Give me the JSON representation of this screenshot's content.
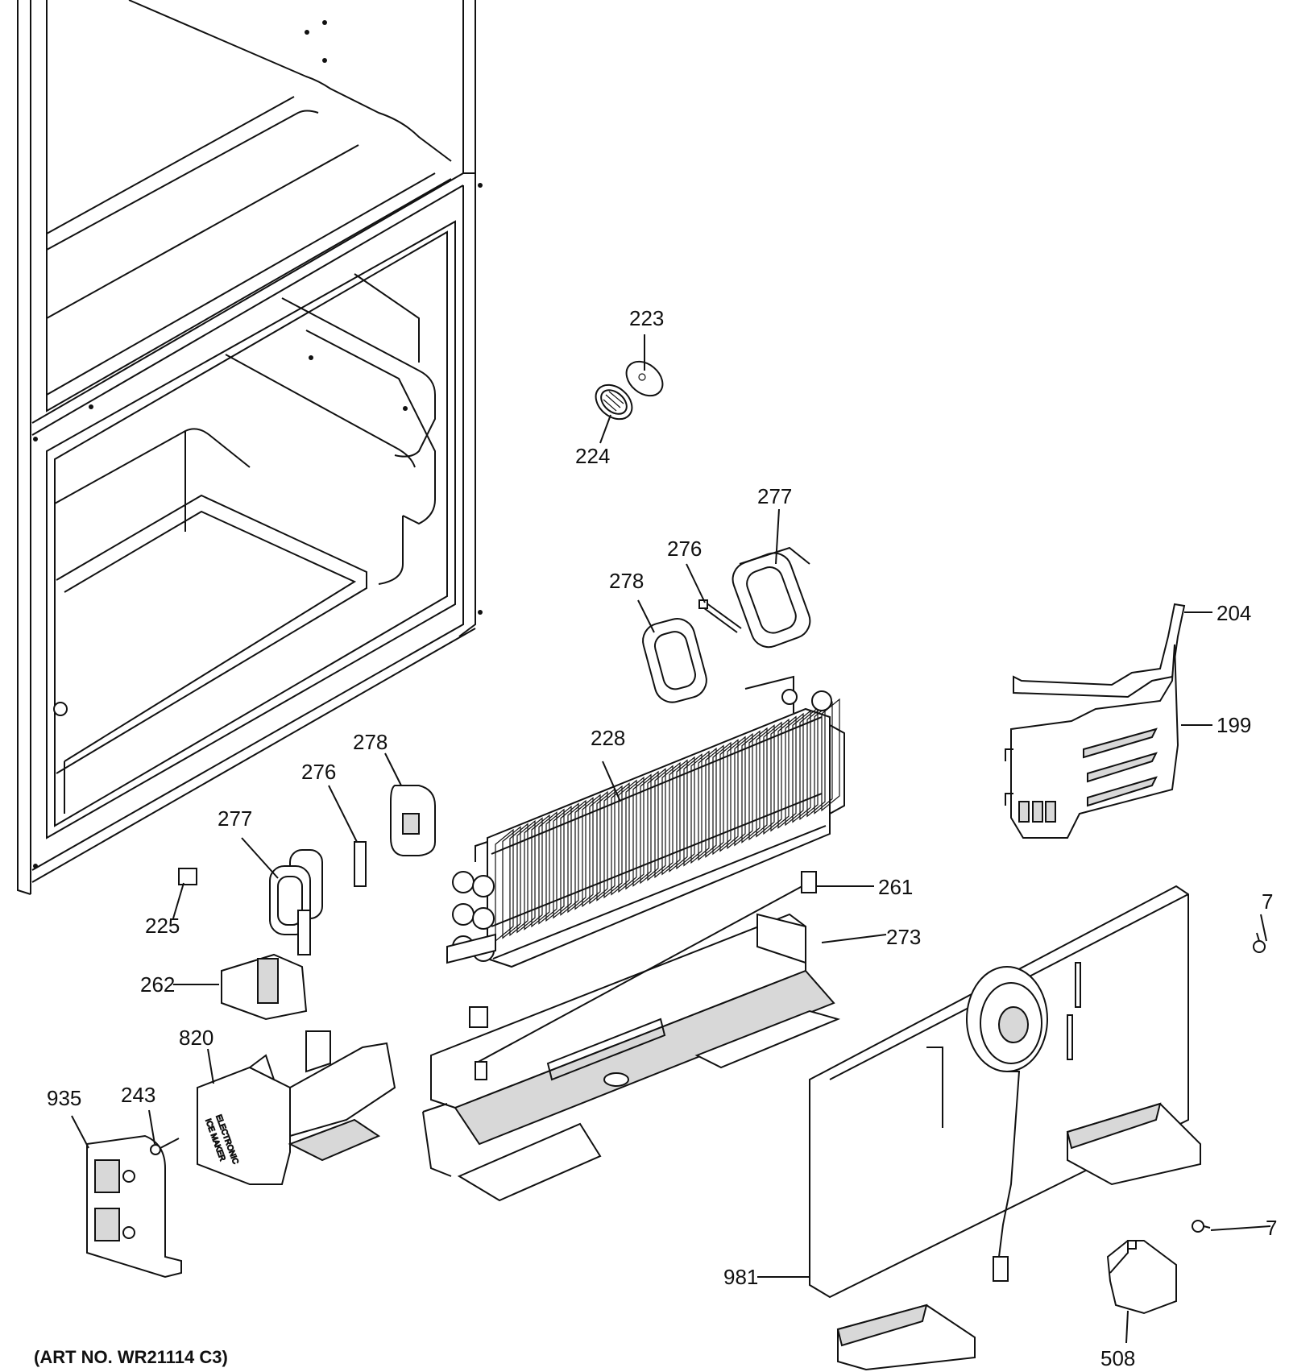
{
  "diagram": {
    "art_number": "(ART NO. WR21114 C3)",
    "callouts": {
      "c223": "223",
      "c224": "224",
      "c277a": "277",
      "c276a": "276",
      "c278a": "278",
      "c204": "204",
      "c199": "199",
      "c228": "228",
      "c278b": "278",
      "c276b": "276",
      "c277b": "277",
      "c261": "261",
      "c273": "273",
      "c7a": "7",
      "c225": "225",
      "c262": "262",
      "c820": "820",
      "c935": "935",
      "c243": "243",
      "c7b": "7",
      "c981": "981",
      "c508": "508"
    },
    "icemaker_text": [
      "ELECTRONIC",
      "ICE MAKER"
    ]
  }
}
